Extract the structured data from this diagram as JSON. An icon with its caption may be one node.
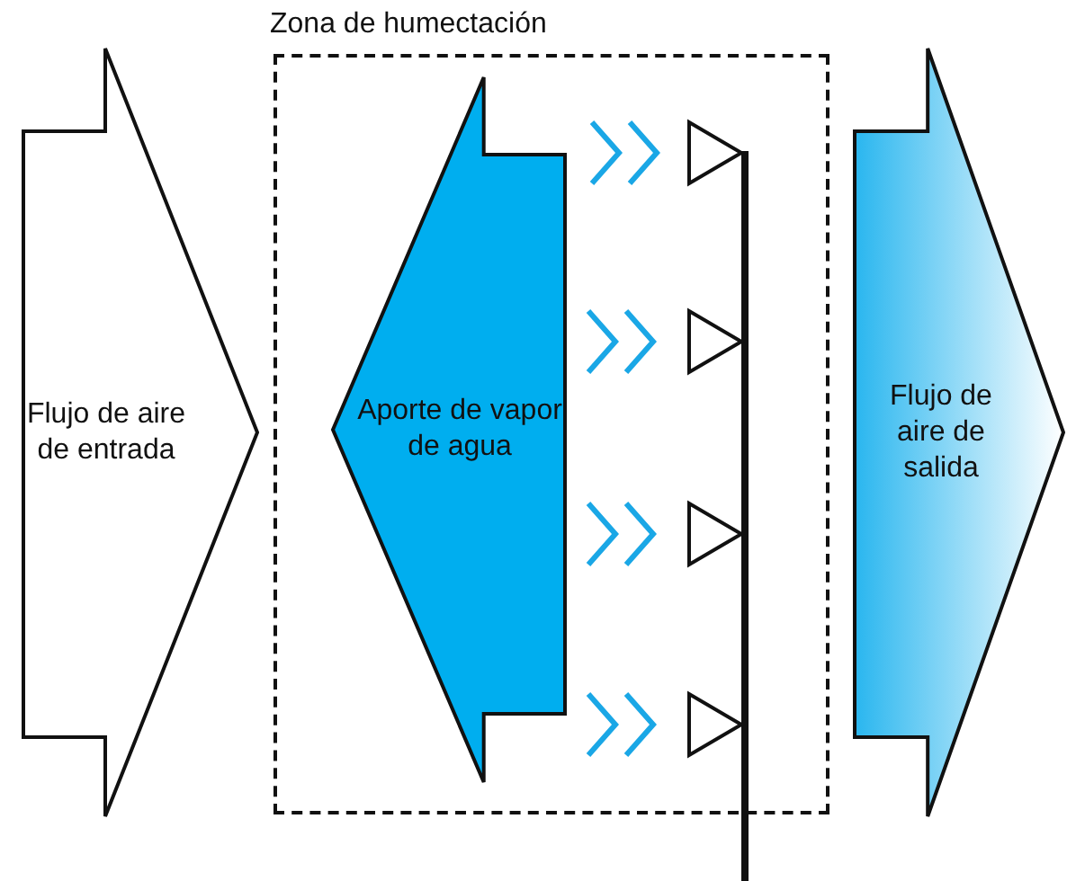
{
  "diagram": {
    "nodes": [
      {
        "text": [
          "Flujo de aire de entrada"
        ]
      },
      {
        "text": [
          "Zona de humectación"
        ]
      },
      {
        "text": [
          "Aporte de vapor de agua"
        ],
        "in": 1
      },
      {
        "text": [
          "Flujo de aire de salida"
        ]
      }
    ]
  }
}
